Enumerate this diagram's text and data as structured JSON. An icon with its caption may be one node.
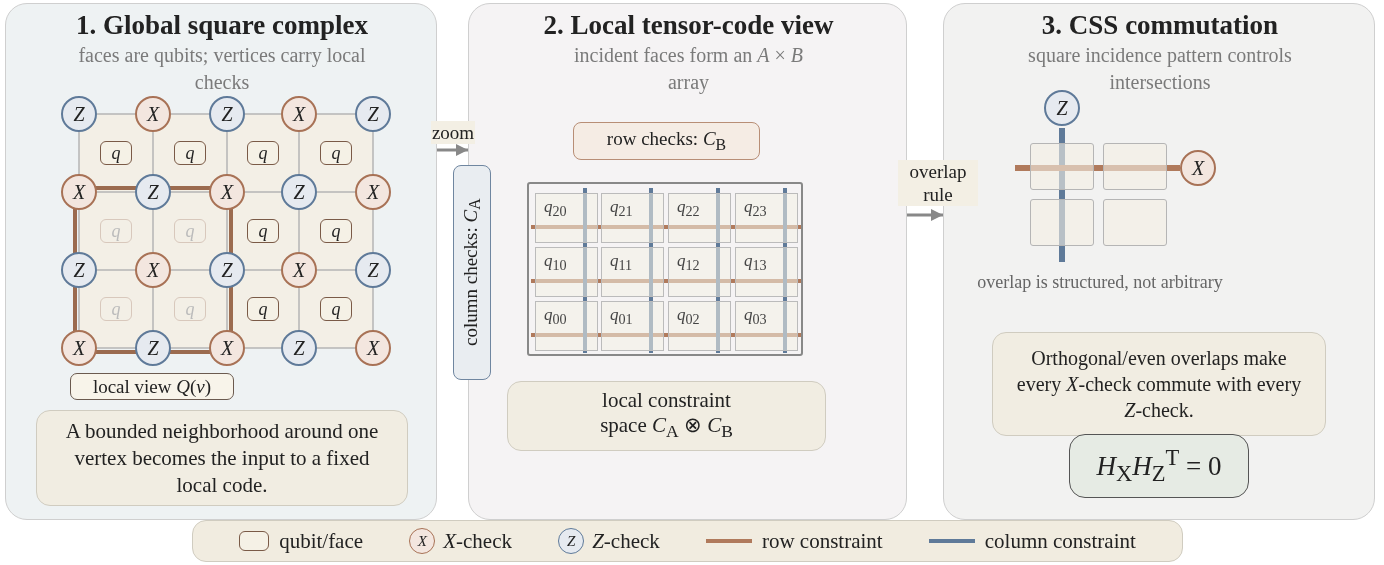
{
  "diagram": {
    "nodes": [
      {
        "text": [
          "1. Global square complex",
          "faces are qubits; vertices carry local checks"
        ]
      },
      {
        "text": [
          "Z"
        ],
        "in": 0
      },
      {
        "text": [
          "X"
        ],
        "in": 0
      },
      {
        "text": [
          "Z"
        ],
        "in": 0
      },
      {
        "text": [
          "X"
        ],
        "in": 0
      },
      {
        "text": [
          "Z"
        ],
        "in": 0
      },
      {
        "text": [
          "X"
        ],
        "in": 0
      },
      {
        "text": [
          "Z"
        ],
        "in": 0
      },
      {
        "text": [
          "X"
        ],
        "in": 0
      },
      {
        "text": [
          "Z"
        ],
        "in": 0
      },
      {
        "text": [
          "X"
        ],
        "in": 0
      },
      {
        "text": [
          "Z"
        ],
        "in": 0
      },
      {
        "text": [
          "X"
        ],
        "in": 0
      },
      {
        "text": [
          "Z"
        ],
        "in": 0
      },
      {
        "text": [
          "X"
        ],
        "in": 0
      },
      {
        "text": [
          "Z"
        ],
        "in": 0
      },
      {
        "text": [
          "X"
        ],
        "in": 0
      },
      {
        "text": [
          "Z"
        ],
        "in": 0
      },
      {
        "text": [
          "X"
        ],
        "in": 0
      },
      {
        "text": [
          "Z"
        ],
        "in": 0
      },
      {
        "text": [
          "X"
        ],
        "in": 0
      },
      {
        "text": [
          "*q*"
        ],
        "in": 0
      },
      {
        "text": [
          "*q*"
        ],
        "in": 0
      },
      {
        "text": [
          "*q*"
        ],
        "in": 0
      },
      {
        "text": [
          "*q*"
        ],
        "in": 0
      },
      {
        "text": [
          "*q*"
        ],
        "in": 0
      },
      {
        "text": [
          "*q*"
        ],
        "in": 0
      },
      {
        "text": [
          "*q*"
        ],
        "in": 0
      },
      {
        "text": [
          "*q*"
        ],
        "in": 0
      },
      {
        "text": [
          "*q*"
        ],
        "in": 0
      },
      {
        "text": [
          "*q*"
        ],
        "in": 0
      },
      {
        "text": [
          "*q*"
        ],
        "in": 0
      },
      {
        "text": [
          "*q*"
        ],
        "in": 0
      },
      {
        "text": [
          "local view *Q*(*v*)"
        ],
        "in": 0
      },
      {
        "text": [
          "A bounded neighborhood around one vertex becomes the input to a fixed local code."
        ],
        "in": 0
      },
      {
        "text": [
          "2. Local tensor-code view",
          "incident faces form an *A* × *B* array"
        ]
      },
      {
        "text": [
          "row checks: *C*$_{B}$"
        ],
        "in": 35
      },
      {
        "text": [
          "column checks: *C*$_{A}$"
        ]
      },
      {
        "text": [],
        "shape": "box",
        "in": 35
      },
      {
        "text": [
          "*q*$_{20}$"
        ],
        "in": 38
      },
      {
        "text": [
          "*q*$_{21}$"
        ],
        "in": 38
      },
      {
        "text": [
          "*q*$_{22}$"
        ],
        "in": 38
      },
      {
        "text": [
          "*q*$_{23}$"
        ],
        "in": 38
      },
      {
        "text": [
          "*q*$_{10}$"
        ],
        "in": 38
      },
      {
        "text": [
          "*q*$_{11}$"
        ],
        "in": 38
      },
      {
        "text": [
          "*q*$_{12}$"
        ],
        "in": 38
      },
      {
        "text": [
          "*q*$_{13}$"
        ],
        "in": 38
      },
      {
        "text": [
          "*q*$_{00}$"
        ],
        "in": 38
      },
      {
        "text": [
          "*q*$_{01}$"
        ],
        "in": 38
      },
      {
        "text": [
          "*q*$_{02}$"
        ],
        "in": 38
      },
      {
        "text": [
          "*q*$_{03}$"
        ],
        "in": 38
      },
      {
        "text": [
          "local constraint space *C*$_{A}$ ⊗ *C*$_{B}$"
        ],
        "in": 35
      },
      {
        "text": [
          "3. CSS commutation",
          "square incidence pattern controls intersections"
        ]
      },
      {
        "text": [
          "Z"
        ],
        "in": 52
      },
      {
        "text": [
          "X"
        ],
        "in": 52
      },
      {
        "text": [],
        "shape": "box",
        "in": 52
      },
      {
        "text": [],
        "shape": "box",
        "in": 52
      },
      {
        "text": [],
        "shape": "box",
        "in": 52
      },
      {
        "text": [],
        "shape": "box",
        "in": 52
      },
      {
        "text": [
          "Orthogonal/even overlaps make every *X*-check commute with every *Z*-check."
        ],
        "in": 52
      },
      {
        "text": [
          "*H*$_{X}$*H*$_{Z}$$^{T}$ = 0"
        ],
        "in": 52
      },
      {
        "text": [],
        "shape": "bar",
        "in": 38
      },
      {
        "text": [],
        "shape": "bar",
        "in": 38
      },
      {
        "text": [],
        "shape": "bar",
        "in": 38
      },
      {
        "text": [],
        "shape": "bar",
        "in": 38
      },
      {
        "text": [],
        "shape": "bar",
        "in": 38
      },
      {
        "text": [],
        "shape": "bar",
        "in": 38
      },
      {
        "text": [],
        "shape": "bar",
        "in": 38
      },
      {
        "text": [],
        "shape": "bar",
        "in": 52
      },
      {
        "text": [],
        "shape": "bar",
        "in": 52
      }
    ],
    "edges": [
      {
        "from": 1,
        "to": 2,
        "arrow": "none"
      },
      {
        "from": 2,
        "to": 3,
        "arrow": "none"
      },
      {
        "from": 3,
        "to": 4,
        "arrow": "none"
      },
      {
        "from": 4,
        "to": 5,
        "arrow": "none"
      },
      {
        "from": 6,
        "to": 7,
        "arrow": "none"
      },
      {
        "from": 7,
        "to": 8,
        "arrow": "none"
      },
      {
        "from": 8,
        "to": 9,
        "arrow": "none"
      },
      {
        "from": 9,
        "to": 10,
        "arrow": "none"
      },
      {
        "from": 11,
        "to": 12,
        "arrow": "none"
      },
      {
        "from": 12,
        "to": 13,
        "arrow": "none"
      },
      {
        "from": 13,
        "to": 14,
        "arrow": "none"
      },
      {
        "from": 14,
        "to": 15,
        "arrow": "none"
      },
      {
        "from": 16,
        "to": 17,
        "arrow": "none"
      },
      {
        "from": 17,
        "to": 18,
        "arrow": "none"
      },
      {
        "from": 18,
        "to": 19,
        "arrow": "none"
      },
      {
        "from": 19,
        "to": 20,
        "arrow": "none"
      },
      {
        "from": 1,
        "to": 6,
        "arrow": "none"
      },
      {
        "from": 2,
        "to": 7,
        "arrow": "none"
      },
      {
        "from": 3,
        "to": 8,
        "arrow": "none"
      },
      {
        "from": 4,
        "to": 9,
        "arrow": "none"
      },
      {
        "from": 5,
        "to": 10,
        "arrow": "none"
      },
      {
        "from": 6,
        "to": 11,
        "arrow": "none"
      },
      {
        "from": 7,
        "to": 12,
        "arrow": "none"
      },
      {
        "from": 8,
        "to": 13,
        "arrow": "none"
      },
      {
        "from": 9,
        "to": 14,
        "arrow": "none"
      },
      {
        "from": 10,
        "to": 15,
        "arrow": "none"
      },
      {
        "from": 11,
        "to": 16,
        "arrow": "none"
      },
      {
        "from": 12,
        "to": 17,
        "arrow": "none"
      },
      {
        "from": 13,
        "to": 18,
        "arrow": "none"
      },
      {
        "from": 14,
        "to": 19,
        "arrow": "none"
      },
      {
        "from": 15,
        "to": 20,
        "arrow": "none"
      },
      {
        "from": 0,
        "to": 35,
        "arrow": "to",
        "label": "zoom"
      },
      {
        "from": 35,
        "to": 52,
        "arrow": "to",
        "label": "overlap rule"
      }
    ],
    "labels": [
      "overlap is structured, not arbitrary",
      "X",
      "Z"
    ],
    "legend": [
      {
        "text": "qubit/face"
      },
      {
        "text": "*X*-check"
      },
      {
        "text": "*Z*-check"
      },
      {
        "text": "row constraint"
      },
      {
        "text": "column constraint"
      }
    ]
  }
}
